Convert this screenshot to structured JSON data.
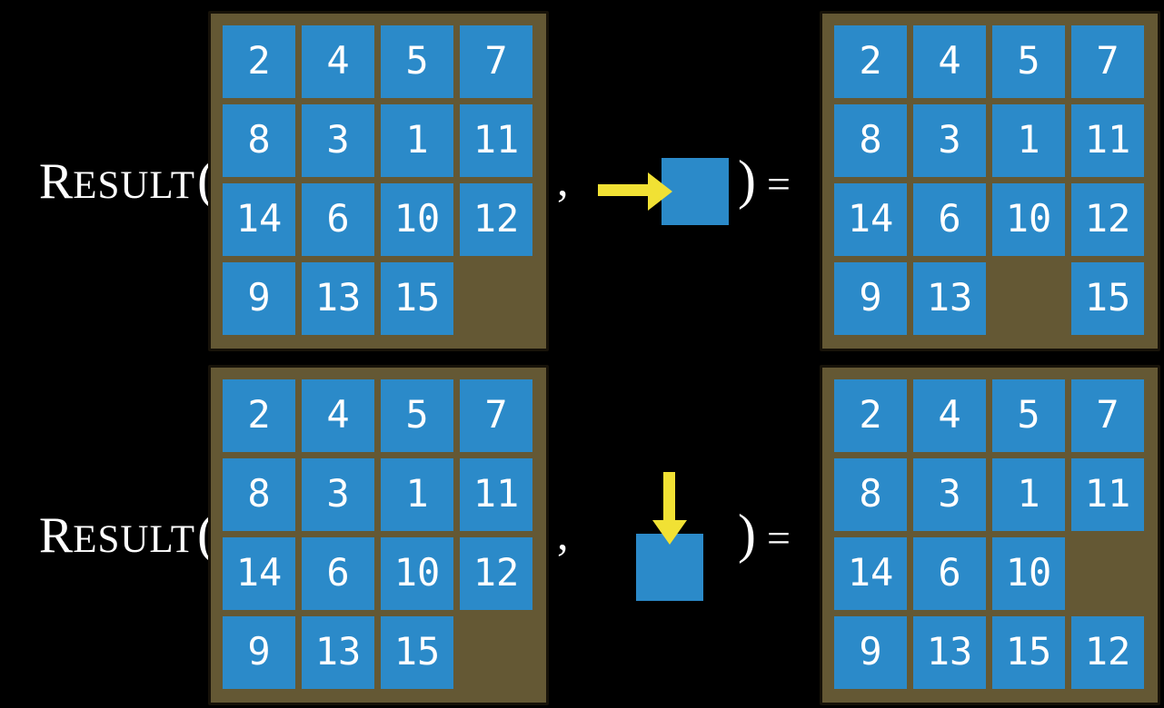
{
  "figure": {
    "background_color": "#000000",
    "colors": {
      "tile_blue": "#2b8ac9",
      "frame_brown": "#645834",
      "frame_border": "#171209",
      "arrow_yellow": "#f1e134",
      "text_white": "#ffffff"
    },
    "equations": [
      {
        "function": {
          "initial": "R",
          "rest": "ESULT",
          "open_paren": "("
        },
        "comma": ",",
        "close_paren": ")",
        "equals": "=",
        "move": {
          "direction": "right",
          "icon": "arrow-right-into-tile-icon"
        },
        "input_grid": {
          "rows": [
            [
              "2",
              "4",
              "5",
              "7"
            ],
            [
              "8",
              "3",
              "1",
              "11"
            ],
            [
              "14",
              "6",
              "10",
              "12"
            ],
            [
              "9",
              "13",
              "15",
              ""
            ]
          ]
        },
        "output_grid": {
          "rows": [
            [
              "2",
              "4",
              "5",
              "7"
            ],
            [
              "8",
              "3",
              "1",
              "11"
            ],
            [
              "14",
              "6",
              "10",
              "12"
            ],
            [
              "9",
              "13",
              "",
              "15"
            ]
          ]
        }
      },
      {
        "function": {
          "initial": "R",
          "rest": "ESULT",
          "open_paren": "("
        },
        "comma": ",",
        "close_paren": ")",
        "equals": "=",
        "move": {
          "direction": "down",
          "icon": "arrow-down-into-tile-icon"
        },
        "input_grid": {
          "rows": [
            [
              "2",
              "4",
              "5",
              "7"
            ],
            [
              "8",
              "3",
              "1",
              "11"
            ],
            [
              "14",
              "6",
              "10",
              "12"
            ],
            [
              "9",
              "13",
              "15",
              ""
            ]
          ]
        },
        "output_grid": {
          "rows": [
            [
              "2",
              "4",
              "5",
              "7"
            ],
            [
              "8",
              "3",
              "1",
              "11"
            ],
            [
              "14",
              "6",
              "10",
              ""
            ],
            [
              "9",
              "13",
              "15",
              "12"
            ]
          ]
        }
      }
    ]
  }
}
